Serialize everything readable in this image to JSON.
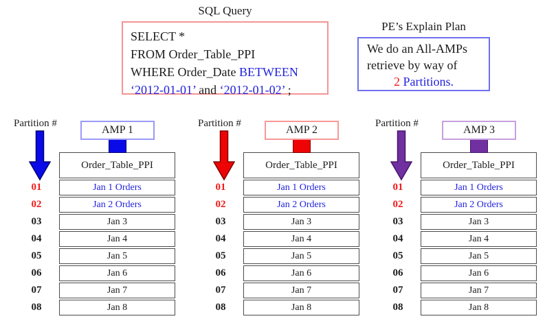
{
  "colors": {
    "sql_box_border": "#f59393",
    "pe_box_border": "#6f6ff2",
    "blue_text": "#2222dd",
    "red_text": "#f31919",
    "black_text": "#1c1c1c",
    "table_border": "#4a4a4a"
  },
  "sql_query": {
    "title": "SQL Query",
    "lines": [
      {
        "segments": [
          {
            "t": "SELECT *"
          }
        ]
      },
      {
        "segments": [
          {
            "t": "FROM Order_Table_PPI"
          }
        ]
      },
      {
        "segments": [
          {
            "t": "WHERE Order_Date "
          },
          {
            "t": "BETWEEN",
            "c": "#2222dd"
          }
        ]
      },
      {
        "segments": [
          {
            "t": "‘2012-01-01’",
            "c": "#2222dd"
          },
          {
            "t": " and "
          },
          {
            "t": "‘2012-01-02’",
            "c": "#2222dd"
          },
          {
            "t": " ;"
          }
        ]
      }
    ]
  },
  "explain_plan": {
    "title": "PE’s Explain Plan",
    "lines": [
      {
        "segments": [
          {
            "t": "We do an All-AMPs"
          }
        ]
      },
      {
        "segments": [
          {
            "t": "retrieve by way of"
          }
        ]
      },
      {
        "segments": [
          {
            "t": "2",
            "c": "#f31919"
          },
          {
            "t": " Partitions.",
            "c": "#2222dd"
          }
        ],
        "align": "center"
      }
    ]
  },
  "partition_label": "Partition #",
  "amps": [
    {
      "label": "AMP 1",
      "accent": "#0a0ae8",
      "accent_dark": "#00006e",
      "box_border": "#9a9af8"
    },
    {
      "label": "AMP 2",
      "accent": "#ee0404",
      "accent_dark": "#7e0000",
      "box_border": "#f89898"
    },
    {
      "label": "AMP 3",
      "accent": "#7030a0",
      "accent_dark": "#46156e",
      "box_border": "#c79ee0"
    }
  ],
  "table": {
    "header": "Order_Table_PPI",
    "rows": [
      {
        "num": "01",
        "label": "Jan 1 Orders",
        "highlighted": true
      },
      {
        "num": "02",
        "label": "Jan 2 Orders",
        "highlighted": true
      },
      {
        "num": "03",
        "label": "Jan 3",
        "highlighted": false
      },
      {
        "num": "04",
        "label": "Jan 4",
        "highlighted": false
      },
      {
        "num": "05",
        "label": "Jan 5",
        "highlighted": false
      },
      {
        "num": "06",
        "label": "Jan 6",
        "highlighted": false
      },
      {
        "num": "07",
        "label": "Jan 7",
        "highlighted": false
      },
      {
        "num": "08",
        "label": "Jan 8",
        "highlighted": false
      }
    ]
  }
}
